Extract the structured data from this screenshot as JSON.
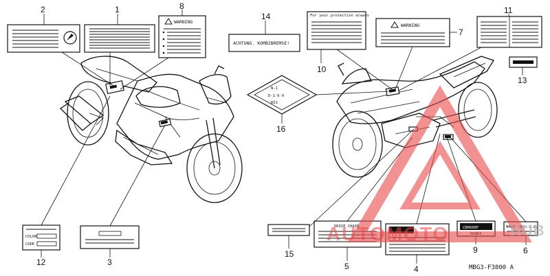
{
  "callouts": {
    "n1": "1",
    "n2": "2",
    "n3": "3",
    "n4": "4",
    "n5": "5",
    "n6": "6",
    "n7": "7",
    "n8": "8",
    "n9": "9",
    "n10": "10",
    "n11": "11",
    "n12": "12",
    "n13": "13",
    "n14": "14",
    "n15": "15",
    "n16": "16"
  },
  "labels": {
    "warning_8": "WARNING",
    "warning_7": "WARNING",
    "achtung_14": "ACHTUNG. KOMBIBREMSE!",
    "label_10_heading": "For your protection always",
    "label_12_color": "COLOR",
    "label_12_code": "CODE",
    "label_5_heading": "DRIVE CHAIN",
    "label_9_brand": "CBR600F",
    "label_9_sub": "HONDA",
    "label_6_text": "MADE IN/U.S.A."
  },
  "part_code": "MBG3-F3800 A",
  "watermark": {
    "text": "AUTOMOTO",
    "hub": "HUB"
  },
  "colors": {
    "line": "#111111",
    "watermark_red": "#e8494b"
  }
}
